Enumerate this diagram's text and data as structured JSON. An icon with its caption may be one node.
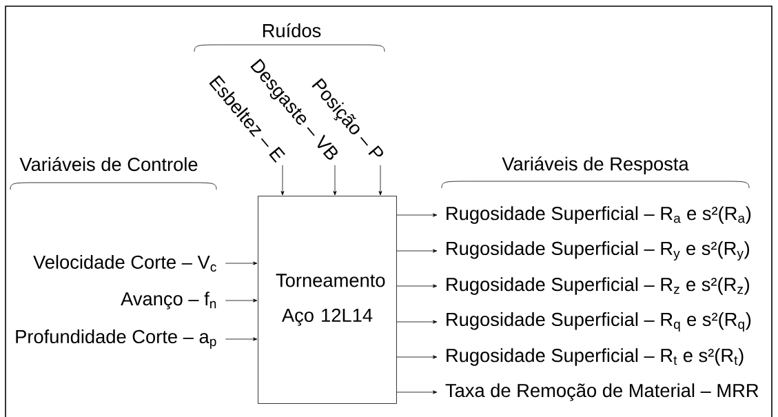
{
  "diagram": {
    "nodes": [
      {
        "text": [
          "Torneamento Aço 12L14"
        ]
      },
      {
        "text": [
          "Velocidade Corte – V$_{c}$"
        ]
      },
      {
        "text": [
          "Avanço – f$_{n}$"
        ]
      },
      {
        "text": [
          "Profundidade Corte – a$_{p}$"
        ]
      },
      {
        "text": [
          "Esbeltez – E"
        ]
      },
      {
        "text": [
          "Desgaste – VB"
        ]
      },
      {
        "text": [
          "Posição – P"
        ]
      },
      {
        "text": [
          "Rugosidade Superficial – R$_{a}$ e s²(R$_{a}$)"
        ]
      },
      {
        "text": [
          "Rugosidade Superficial – R$_{y}$ e s²(R$_{y}$)"
        ]
      },
      {
        "text": [
          "Rugosidade Superficial – R$_{z}$ e s²(R$_{z}$)"
        ]
      },
      {
        "text": [
          "Rugosidade Superficial – R$_{q}$ e s²(R$_{q}$)"
        ]
      },
      {
        "text": [
          "Rugosidade Superficial – R$_{t}$ e s²(R$_{t}$)"
        ]
      },
      {
        "text": [
          "Taxa de Remoção de Material – MRR"
        ]
      }
    ],
    "edges": [
      {
        "from": 1,
        "to": 0,
        "arrow": "to"
      },
      {
        "from": 2,
        "to": 0,
        "arrow": "to"
      },
      {
        "from": 3,
        "to": 0,
        "arrow": "to"
      },
      {
        "from": 4,
        "to": 0,
        "arrow": "to"
      },
      {
        "from": 5,
        "to": 0,
        "arrow": "to"
      },
      {
        "from": 6,
        "to": 0,
        "arrow": "to"
      },
      {
        "from": 0,
        "to": 7,
        "arrow": "to"
      },
      {
        "from": 0,
        "to": 8,
        "arrow": "to"
      },
      {
        "from": 0,
        "to": 9,
        "arrow": "to"
      },
      {
        "from": 0,
        "to": 10,
        "arrow": "to"
      },
      {
        "from": 0,
        "to": 11,
        "arrow": "to"
      },
      {
        "from": 0,
        "to": 12,
        "arrow": "to"
      }
    ],
    "labels": [
      "Ruídos",
      "Variáveis de Controle",
      "Variáveis de Resposta"
    ]
  }
}
